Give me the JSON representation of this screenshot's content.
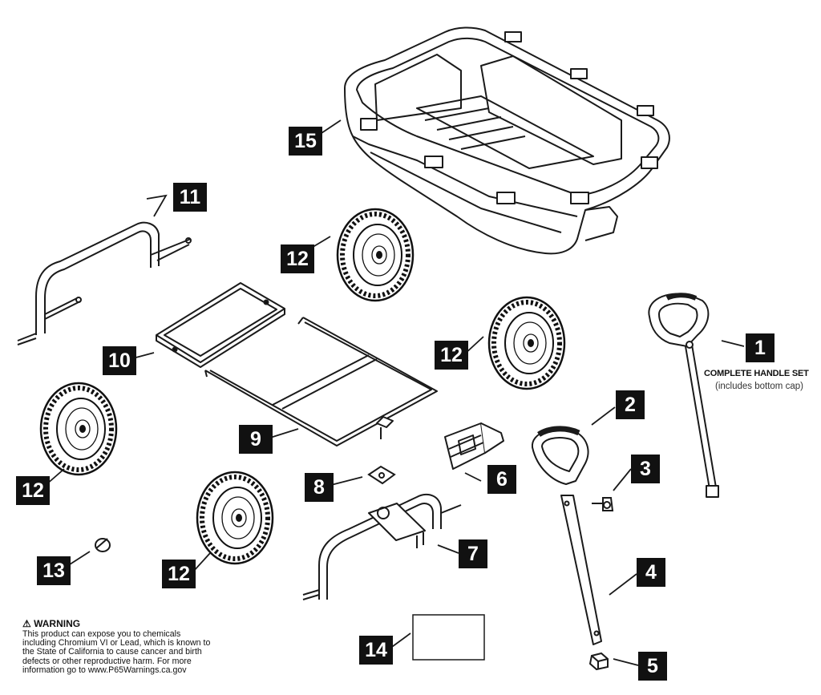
{
  "callouts": {
    "n1": "1",
    "n2": "2",
    "n3": "3",
    "n4": "4",
    "n5": "5",
    "n6": "6",
    "n7": "7",
    "n8": "8",
    "n9": "9",
    "n10": "10",
    "n11": "11",
    "n12a": "12",
    "n12b": "12",
    "n12c": "12",
    "n12d": "12",
    "n13": "13",
    "n14": "14",
    "n15": "15"
  },
  "handle_note": {
    "title": "COMPLETE HANDLE SET",
    "subtitle": "(includes bottom cap)"
  },
  "warning": {
    "title": "⚠ WARNING",
    "body": "This product can expose you to chemicals including Chromium VI or Lead, which is known to the State of California to cause cancer and birth defects or other reproductive harm.  For more information go to www.P65Warnings.ca.gov"
  },
  "colors": {
    "callout_bg": "#111111",
    "callout_text": "#ffffff",
    "line": "#1a1a1a"
  }
}
